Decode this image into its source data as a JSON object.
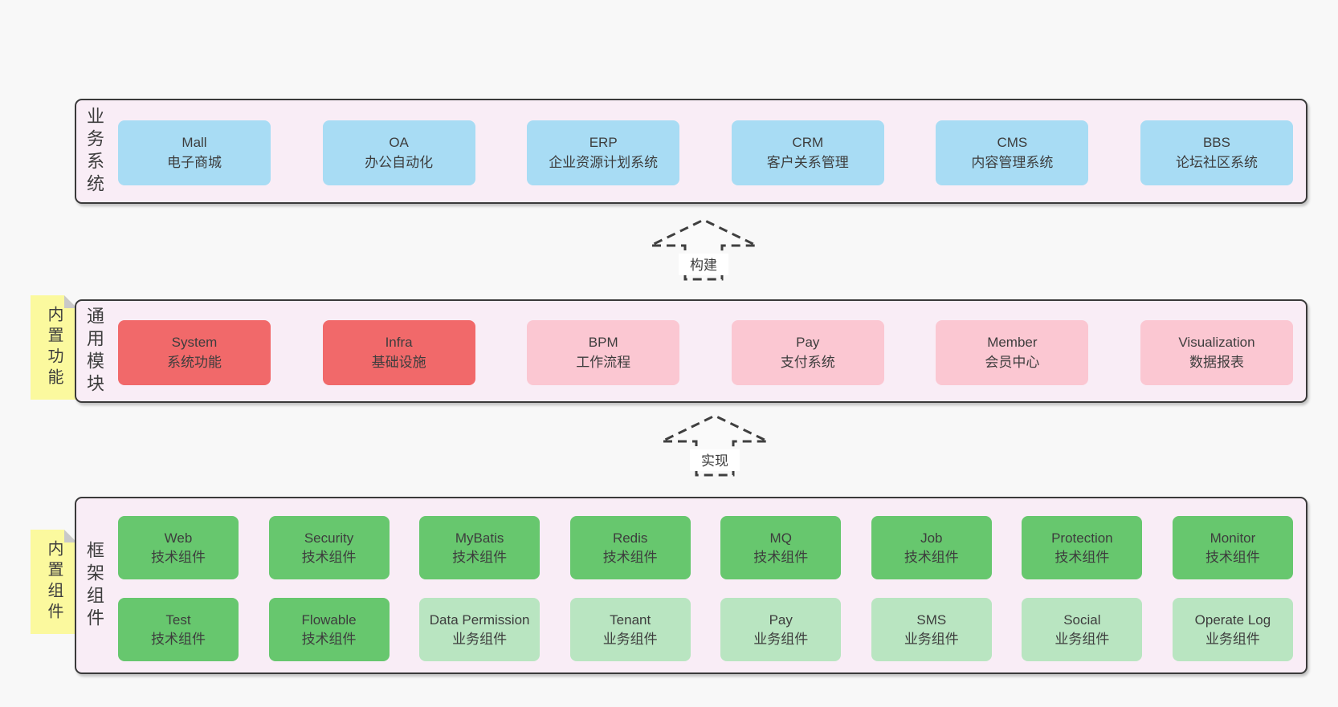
{
  "colors": {
    "page_bg": "#f8f8f8",
    "band_bg": "#f9edf6",
    "band_border": "#3a3a3a",
    "blue": "#a8dcf4",
    "red": "#f1696a",
    "pink": "#fbc7d2",
    "green": "#67c76e",
    "light_green": "#b9e5c1",
    "yellow": "#fbf99e",
    "fold": "#c9c9c9",
    "text": "#3d3d3d"
  },
  "bands": {
    "business": {
      "label": "业务系统",
      "boxes": [
        {
          "title": "Mall",
          "subtitle": "电子商城"
        },
        {
          "title": "OA",
          "subtitle": "办公自动化"
        },
        {
          "title": "ERP",
          "subtitle": "企业资源计划系统"
        },
        {
          "title": "CRM",
          "subtitle": "客户关系管理"
        },
        {
          "title": "CMS",
          "subtitle": "内容管理系统"
        },
        {
          "title": "BBS",
          "subtitle": "论坛社区系统"
        }
      ]
    },
    "modules": {
      "label": "通用模块",
      "note": "内置功能",
      "boxes": [
        {
          "title": "System",
          "subtitle": "系统功能"
        },
        {
          "title": "Infra",
          "subtitle": "基础设施"
        },
        {
          "title": "BPM",
          "subtitle": "工作流程"
        },
        {
          "title": "Pay",
          "subtitle": "支付系统"
        },
        {
          "title": "Member",
          "subtitle": "会员中心"
        },
        {
          "title": "Visualization",
          "subtitle": "数据报表"
        }
      ]
    },
    "components": {
      "label": "框架组件",
      "note": "内置组件",
      "row1": [
        {
          "title": "Web",
          "subtitle": "技术组件"
        },
        {
          "title": "Security",
          "subtitle": "技术组件"
        },
        {
          "title": "MyBatis",
          "subtitle": "技术组件"
        },
        {
          "title": "Redis",
          "subtitle": "技术组件"
        },
        {
          "title": "MQ",
          "subtitle": "技术组件"
        },
        {
          "title": "Job",
          "subtitle": "技术组件"
        },
        {
          "title": "Protection",
          "subtitle": "技术组件"
        },
        {
          "title": "Monitor",
          "subtitle": "技术组件"
        }
      ],
      "row2": [
        {
          "title": "Test",
          "subtitle": "技术组件"
        },
        {
          "title": "Flowable",
          "subtitle": "技术组件"
        },
        {
          "title": "Data Permission",
          "subtitle": "业务组件"
        },
        {
          "title": "Tenant",
          "subtitle": "业务组件"
        },
        {
          "title": "Pay",
          "subtitle": "业务组件"
        },
        {
          "title": "SMS",
          "subtitle": "业务组件"
        },
        {
          "title": "Social",
          "subtitle": "业务组件"
        },
        {
          "title": "Operate Log",
          "subtitle": "业务组件"
        }
      ]
    }
  },
  "arrows": {
    "build": "构建",
    "implement": "实现"
  }
}
